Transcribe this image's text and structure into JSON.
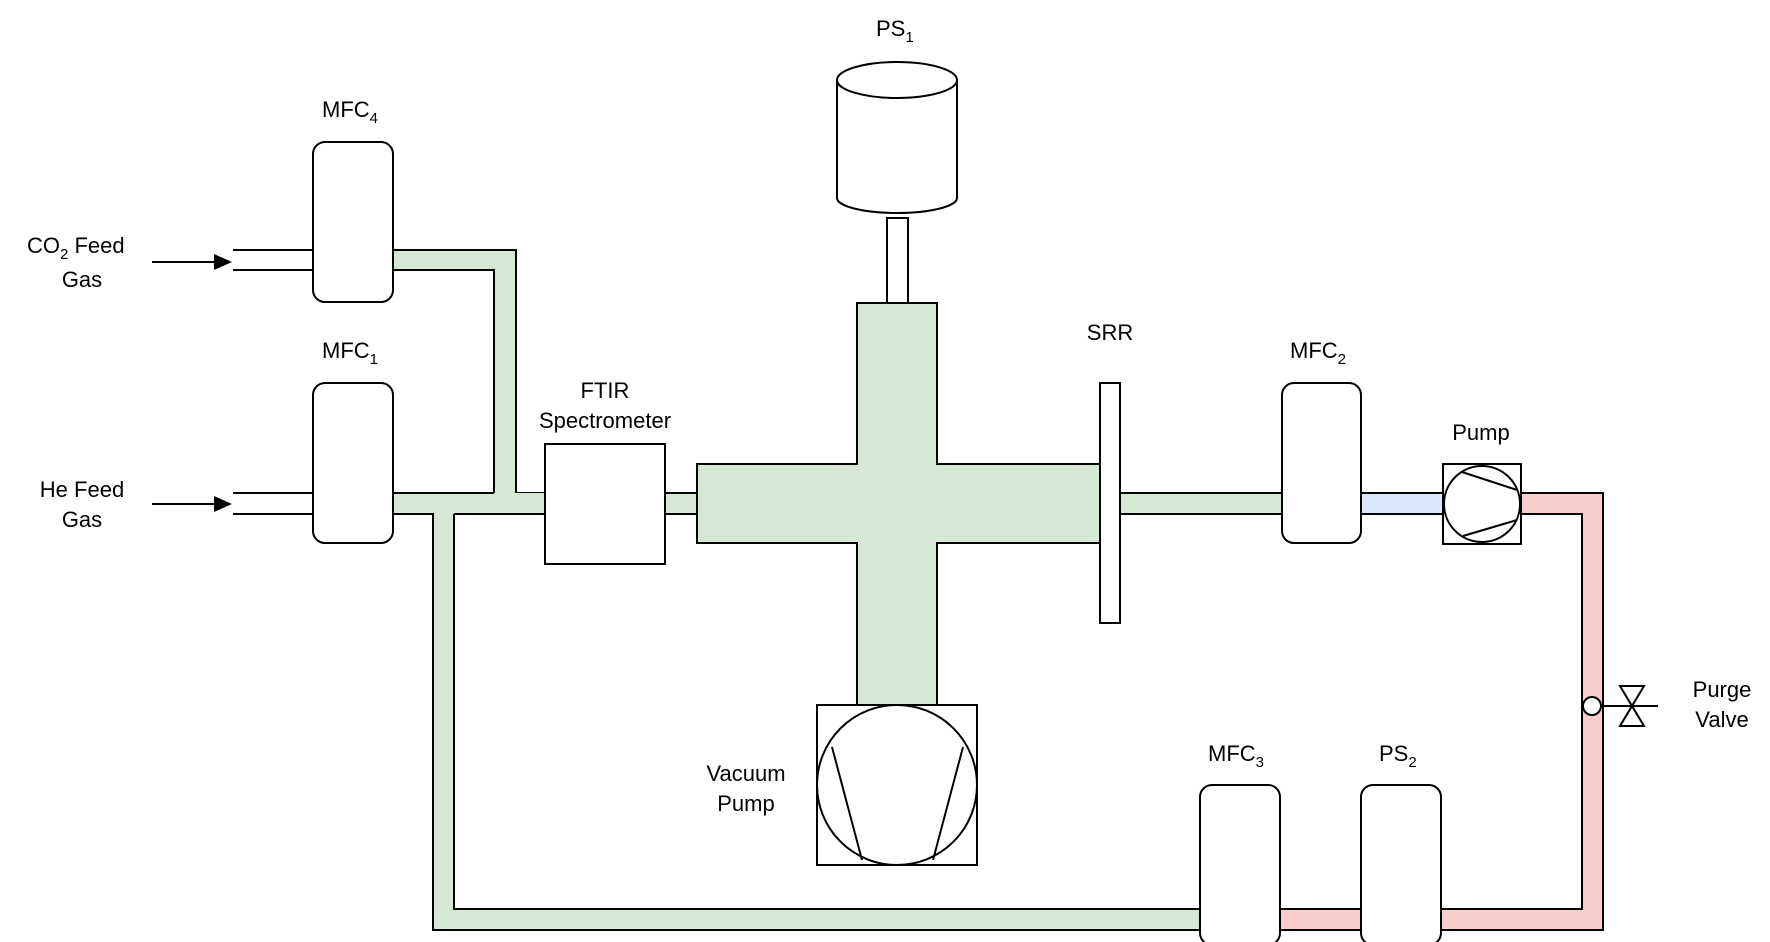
{
  "labels": {
    "ps1": {
      "main": "PS",
      "sub": "1"
    },
    "mfc4": {
      "main": "MFC",
      "sub": "4"
    },
    "mfc1": {
      "main": "MFC",
      "sub": "1"
    },
    "mfc2": {
      "main": "MFC",
      "sub": "2"
    },
    "mfc3": {
      "main": "MFC",
      "sub": "3"
    },
    "ps2": {
      "main": "PS",
      "sub": "2"
    },
    "co2_feed": {
      "pre": "CO",
      "sub": "2",
      "post": " Feed",
      "line2": "Gas"
    },
    "he_feed": {
      "line1": "He Feed",
      "line2": "Gas"
    },
    "ftir": {
      "line1": "FTIR",
      "line2": "Spectrometer"
    },
    "srr": "SRR",
    "pump": "Pump",
    "vacuum_pump": {
      "line1": "Vacuum",
      "line2": "Pump"
    },
    "purge_valve": {
      "line1": "Purge",
      "line2": "Valve"
    }
  },
  "colors": {
    "green_line": "#d5e8d4",
    "red_line": "#f8cecc",
    "blue_line": "#dae8fc"
  }
}
